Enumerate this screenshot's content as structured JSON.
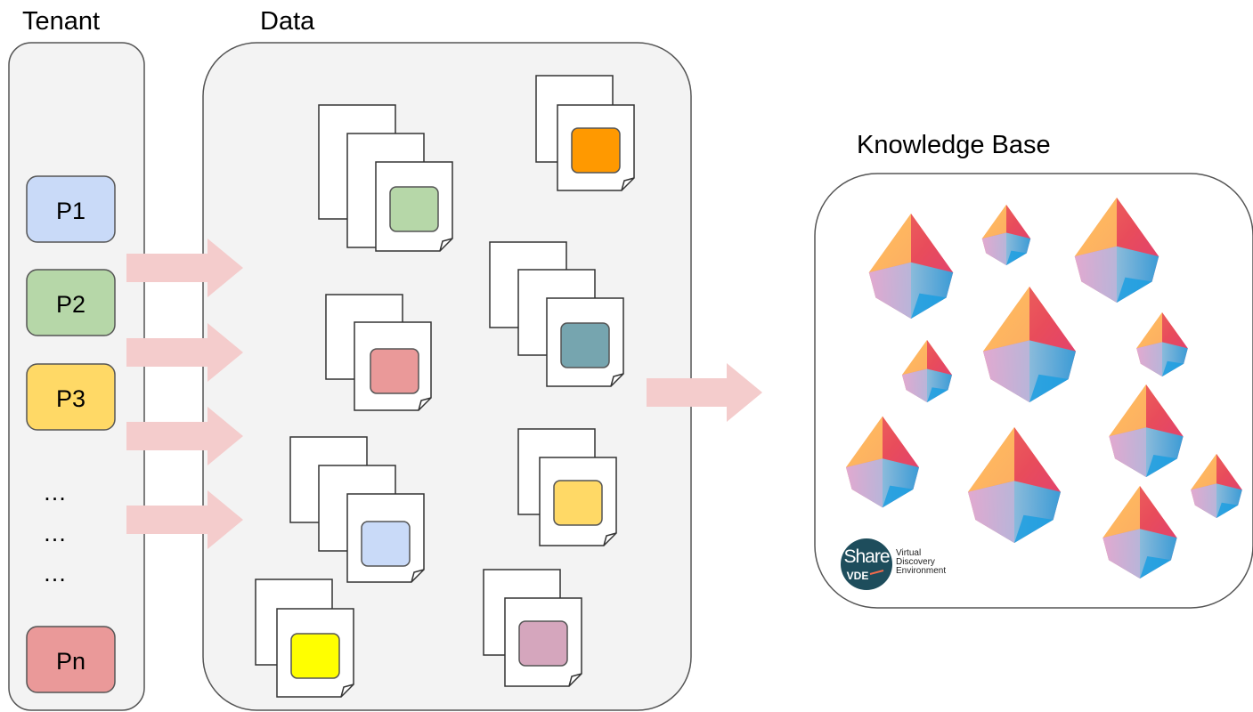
{
  "titles": {
    "tenant": "Tenant",
    "data": "Data",
    "knowledge_base": "Knowledge Base"
  },
  "tenant_items": [
    {
      "label": "P1",
      "color": "#c9daf8"
    },
    {
      "label": "P2",
      "color": "#b6d7a8"
    },
    {
      "label": "P3",
      "color": "#ffd966"
    },
    {
      "label": "…",
      "color": ""
    },
    {
      "label": "…",
      "color": ""
    },
    {
      "label": "…",
      "color": ""
    },
    {
      "label": "Pn",
      "color": "#ea9999"
    }
  ],
  "document_tag_colors": [
    "#b6d7a8",
    "#ff9900",
    "#ea9999",
    "#76a5af",
    "#c9daf8",
    "#ffd966",
    "#ffff00",
    "#d5a6bd"
  ],
  "arrow_color": "#f4cccc",
  "gem_icon": "kg-gem-icon",
  "logo": {
    "word": "Share",
    "badge": "VDE",
    "caption": [
      "Virtual",
      "Discovery",
      "Environment"
    ],
    "color": "#1e4d5c"
  }
}
